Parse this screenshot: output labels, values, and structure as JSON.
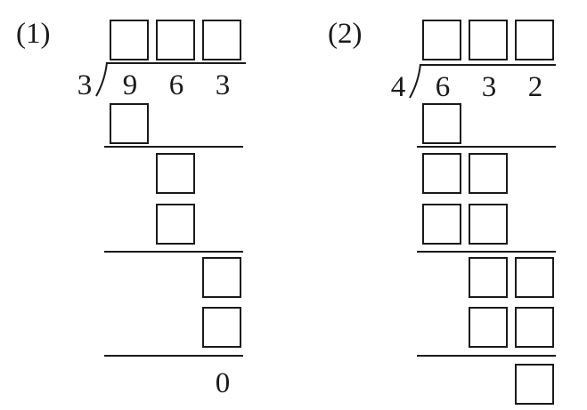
{
  "problems": [
    {
      "label": "(1)",
      "divisor": "3",
      "dividend_digits": [
        "9",
        "6",
        "3"
      ],
      "final_remainder": "0"
    },
    {
      "label": "(2)",
      "divisor": "4",
      "dividend_digits": [
        "6",
        "3",
        "2"
      ]
    }
  ]
}
